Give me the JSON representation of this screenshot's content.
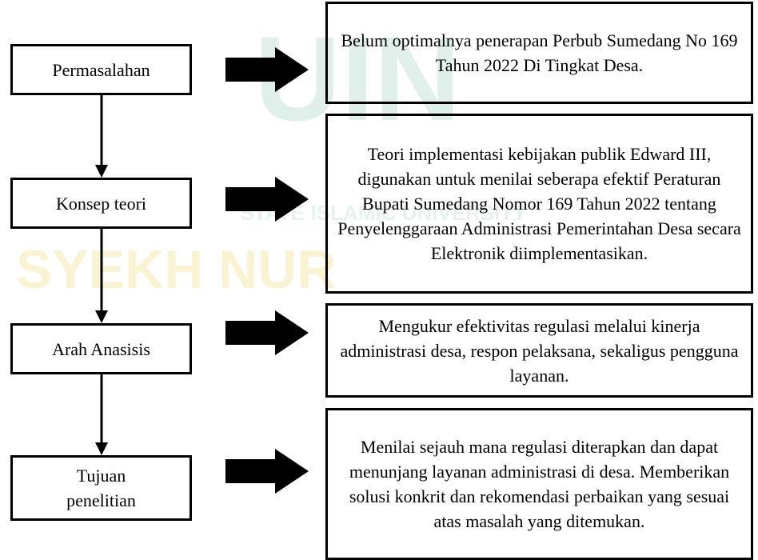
{
  "watermark": {
    "line1": "UIN",
    "line2": "SYEKH NUR",
    "sub": "STATE ISLAMIC UNIVERSITY",
    "color": "#1e8a69",
    "color2": "#e8c53a"
  },
  "rows": [
    {
      "left": "Permasalahan",
      "right": "Belum optimalnya penerapan Perbub Sumedang No 169 Tahun 2022 Di Tingkat Desa."
    },
    {
      "left": "Konsep teori",
      "right": "Teori implementasi kebijakan publik Edward III, digunakan untuk menilai seberapa efektif Peraturan Bupati Sumedang Nomor 169 Tahun 2022 tentang Penyelenggaraan Administrasi Pemerintahan Desa secara Elektronik diimplementasikan."
    },
    {
      "left": "Arah Anasisis",
      "right": "Mengukur efektivitas regulasi melalui kinerja administrasi desa, respon pelaksana, sekaligus pengguna layanan."
    },
    {
      "left": "Tujuan penelitian",
      "right": "Menilai sejauh mana regulasi diterapkan dan dapat menunjang layanan administrasi di desa. Memberikan solusi konkrit dan rekomendasi perbaikan yang sesuai atas masalah yang ditemukan."
    }
  ]
}
